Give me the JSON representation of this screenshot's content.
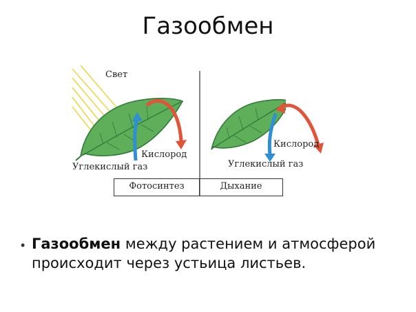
{
  "title": "Газообмен",
  "figure": {
    "light_label": "Свет",
    "left_oxygen_label": "Кислород",
    "left_co2_label": "Углекислый газ",
    "right_oxygen_label": "Кислород",
    "right_co2_label": "Углекислый газ",
    "caption_left": "Фотосинтез",
    "caption_right": "Дыхание",
    "colors": {
      "leaf": "#5fae5a",
      "leaf_dark": "#2f7a3a",
      "sun_rays": "#e8d84a",
      "arrow_red": "#e0553a",
      "arrow_blue": "#2f8fd0"
    }
  },
  "bullet": {
    "bold_term": "Газообмен",
    "rest": " между растением и атмосферой происходит через устьица листьев."
  }
}
